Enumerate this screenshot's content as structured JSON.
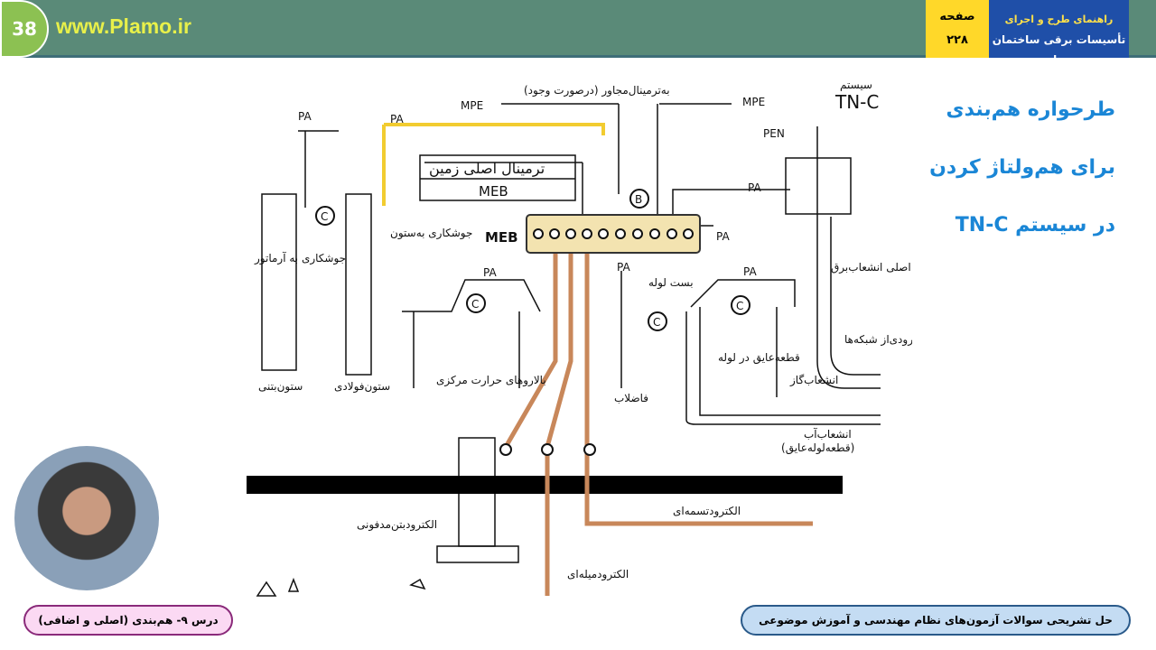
{
  "header": {
    "slide_number": "38",
    "site": "www.Plamo.ir",
    "page_label": "صفحه",
    "page_number": "۲۲۸",
    "book_line1": "راهنمای طرح و اجرای",
    "book_line2": "تأسیسات برقی ساختمان ها"
  },
  "title": {
    "line1": "طرحواره هم‌بندی",
    "line2": "برای هم‌ولتاژ کردن",
    "line3": "در سیستم TN-C"
  },
  "diagram": {
    "mpe": "MPE",
    "adjacent": "به‌ترمینال‌مجاور (درصورت وجود)",
    "system": "سیستم",
    "tnc": "TN-C",
    "pen": "PEN",
    "pa": "PA",
    "meb_box_fa": "ترمینال اصلی زمین",
    "meb": "MEB",
    "b": "B",
    "c": "C",
    "weld_rebar": "جوشکاری به آرماتور",
    "weld_column": "جوشکاری به‌ستون",
    "concrete_column": "ستون‌بتنی",
    "steel_column": "ستون‌فولادی",
    "heating_risers": "بالاروهای حرارت مرکزی",
    "sewage": "فاضلاب",
    "pipe_clamp": "بست لوله",
    "main_inlet": "ورودی اصلی انشعاب‌برق",
    "network_inlet": "ورودی‌از شبکه‌ها",
    "insulating_piece": "قطعه‌عایق در لوله",
    "gas": "انشعاب‌گاز",
    "water": "انشعاب‌آب",
    "water_sub": "(قطعه‌لوله‌عایق)",
    "foundation_electrode": "الکترودبتن‌مدفونی",
    "strip_electrode": "الکترودتسمه‌ای",
    "rod_electrode": "الکترودمیله‌ای"
  },
  "footer": {
    "lesson": "درس ۹- هم‌بندی (اصلی و اضافی)",
    "course": "حل تشریحی سوالات آزمون‌های نظام مهندسی و آموزش موضوعی"
  },
  "colors": {
    "bar": "#5a8a78",
    "yellow_wire": "#f2cc30",
    "copper": "#c8875a",
    "title": "#1a86d6"
  }
}
